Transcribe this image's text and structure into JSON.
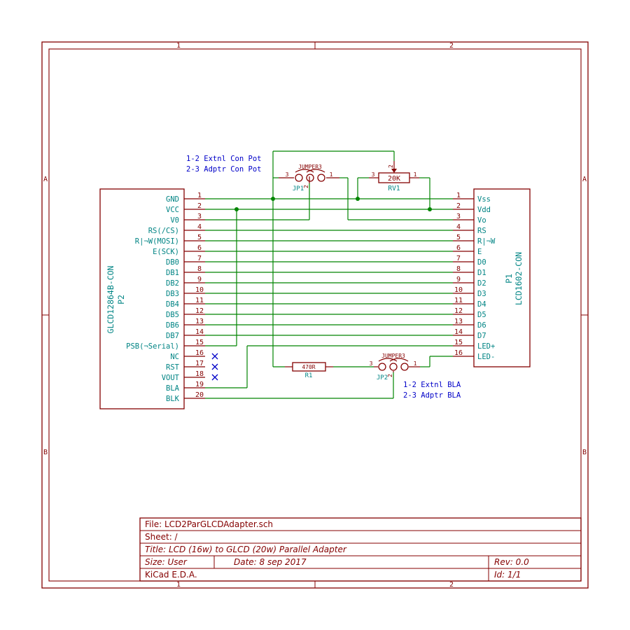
{
  "frame": {
    "columns_top": [
      "1",
      "2"
    ],
    "columns_bottom": [
      "1",
      "2"
    ],
    "rows_left": [
      "A",
      "B"
    ],
    "rows_right": [
      "A",
      "B"
    ]
  },
  "connector_left": {
    "name": "GLCD12864B-CON",
    "ref": "P2",
    "pins": [
      {
        "num": "1",
        "name": "GND"
      },
      {
        "num": "2",
        "name": "VCC"
      },
      {
        "num": "3",
        "name": "V0"
      },
      {
        "num": "4",
        "name": "RS(/CS)"
      },
      {
        "num": "5",
        "name": "R|¬W(MOSI)"
      },
      {
        "num": "6",
        "name": "E(SCK)"
      },
      {
        "num": "7",
        "name": "DB0"
      },
      {
        "num": "8",
        "name": "DB1"
      },
      {
        "num": "9",
        "name": "DB2"
      },
      {
        "num": "10",
        "name": "DB3"
      },
      {
        "num": "11",
        "name": "DB4"
      },
      {
        "num": "12",
        "name": "DB5"
      },
      {
        "num": "13",
        "name": "DB6"
      },
      {
        "num": "14",
        "name": "DB7"
      },
      {
        "num": "15",
        "name": "PSB(¬Serial)"
      },
      {
        "num": "16",
        "name": "NC"
      },
      {
        "num": "17",
        "name": "RST"
      },
      {
        "num": "18",
        "name": "VOUT"
      },
      {
        "num": "19",
        "name": "BLA"
      },
      {
        "num": "20",
        "name": "BLK"
      }
    ]
  },
  "connector_right": {
    "name": "LCD1602-CON",
    "ref": "P1",
    "pins": [
      {
        "num": "1",
        "name": "Vss"
      },
      {
        "num": "2",
        "name": "Vdd"
      },
      {
        "num": "3",
        "name": "Vo"
      },
      {
        "num": "4",
        "name": "RS"
      },
      {
        "num": "5",
        "name": "R|¬W"
      },
      {
        "num": "6",
        "name": "E"
      },
      {
        "num": "7",
        "name": "D0"
      },
      {
        "num": "8",
        "name": "D1"
      },
      {
        "num": "9",
        "name": "D2"
      },
      {
        "num": "10",
        "name": "D3"
      },
      {
        "num": "11",
        "name": "D4"
      },
      {
        "num": "12",
        "name": "D5"
      },
      {
        "num": "13",
        "name": "D6"
      },
      {
        "num": "14",
        "name": "D7"
      },
      {
        "num": "15",
        "name": "LED+"
      },
      {
        "num": "16",
        "name": "LED-"
      }
    ]
  },
  "jp1": {
    "type": "JUMPER3",
    "ref": "JP1",
    "pin_left": "3",
    "pin_mid": "2",
    "pin_right": "1",
    "note_line1": "1-2 Extnl Con Pot",
    "note_line2": "2-3 Adptr Con Pot"
  },
  "jp2": {
    "type": "JUMPER3",
    "ref": "JP2",
    "pin_left": "3",
    "pin_mid": "2",
    "pin_right": "1",
    "note_line1": "1-2 Extnl BLA",
    "note_line2": "2-3 Adptr BLA"
  },
  "rv1": {
    "value": "20K",
    "ref": "RV1",
    "pin_left": "3",
    "pin_wiper": "2",
    "pin_right": "1"
  },
  "r1": {
    "value": "470R",
    "ref": "R1"
  },
  "title_block": {
    "file": "File: LCD2ParGLCDAdapter.sch",
    "sheet": "Sheet: /",
    "title": "Title: LCD (16w) to GLCD (20w) Parallel Adapter",
    "size": "Size: User",
    "date": "Date: 8 sep 2017",
    "rev": "Rev: 0.0",
    "tool": "KiCad E.D.A.",
    "id": "Id: 1/1"
  }
}
